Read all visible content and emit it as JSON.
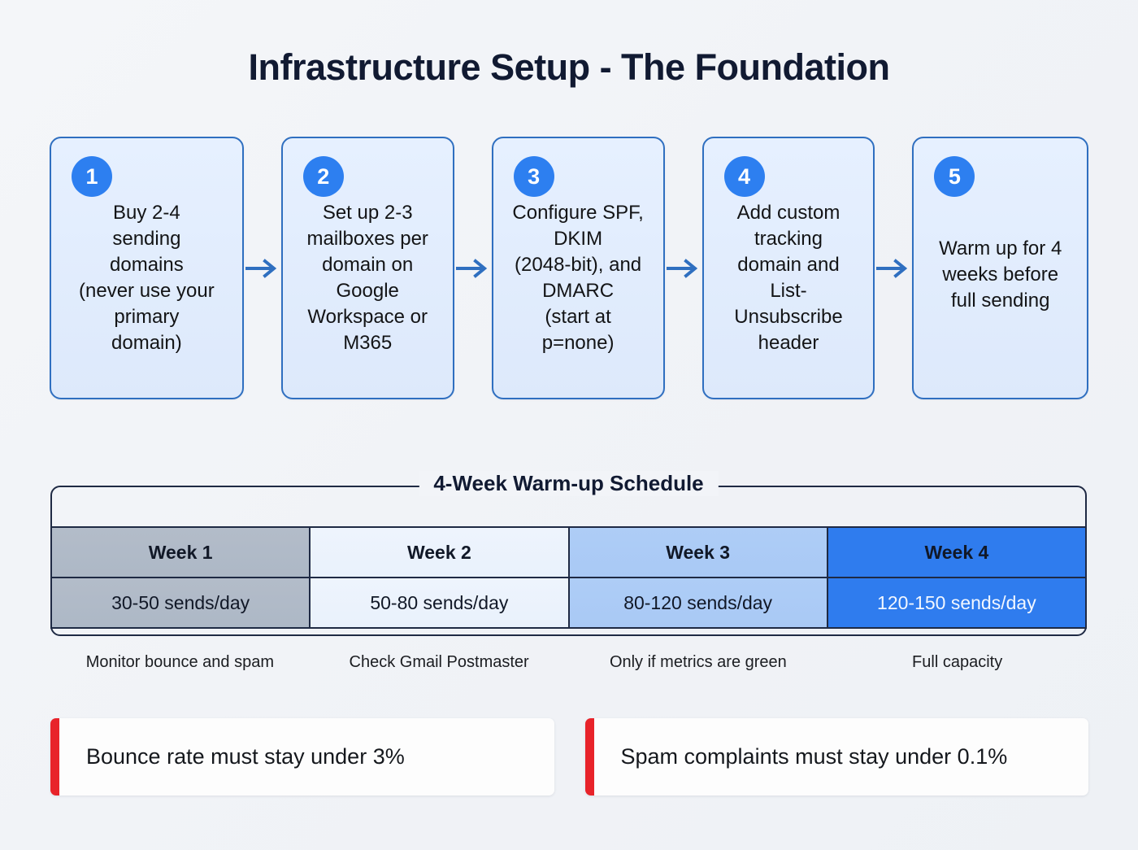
{
  "page": {
    "title": "Infrastructure Setup - The Foundation",
    "accent_blue": "#2d7ff0",
    "border_blue": "#2f6fc0",
    "dark_navy": "#111a32",
    "alert_red": "#e8232a",
    "background": "#f2f4f7"
  },
  "steps": [
    {
      "number": "1",
      "text": "Buy 2-4\nsending\ndomains\n(never use your\nprimary\ndomain)"
    },
    {
      "number": "2",
      "text": "Set up 2-3\nmailboxes per\ndomain on\nGoogle\nWorkspace or\nM365"
    },
    {
      "number": "3",
      "text": "Configure SPF,\nDKIM\n(2048-bit), and\nDMARC\n(start at\np=none)"
    },
    {
      "number": "4",
      "text": "Add custom\ntracking\ndomain and\nList-\nUnsubscribe\nheader"
    },
    {
      "number": "5",
      "text": "Warm up for 4\nweeks before\nfull sending"
    }
  ],
  "arrows": {
    "icon": "arrow-right-icon",
    "count": 4
  },
  "schedule": {
    "legend": "4-Week Warm-up Schedule",
    "columns": [
      {
        "header": "Week 1",
        "value": "30-50 sends/day",
        "caption": "Monitor bounce and spam",
        "fill": "#b0bac7"
      },
      {
        "header": "Week 2",
        "value": "50-80 sends/day",
        "caption": "Check Gmail Postmaster",
        "fill": "#eef4fd"
      },
      {
        "header": "Week 3",
        "value": "80-120 sends/day",
        "caption": "Only if metrics are green",
        "fill": "#aecdf6"
      },
      {
        "header": "Week 4",
        "value": "120-150 sends/day",
        "caption": "Full capacity",
        "fill": "#2f7cee"
      }
    ]
  },
  "callouts": [
    {
      "text": "Bounce rate must stay under 3%"
    },
    {
      "text": "Spam complaints must stay under 0.1%"
    }
  ]
}
